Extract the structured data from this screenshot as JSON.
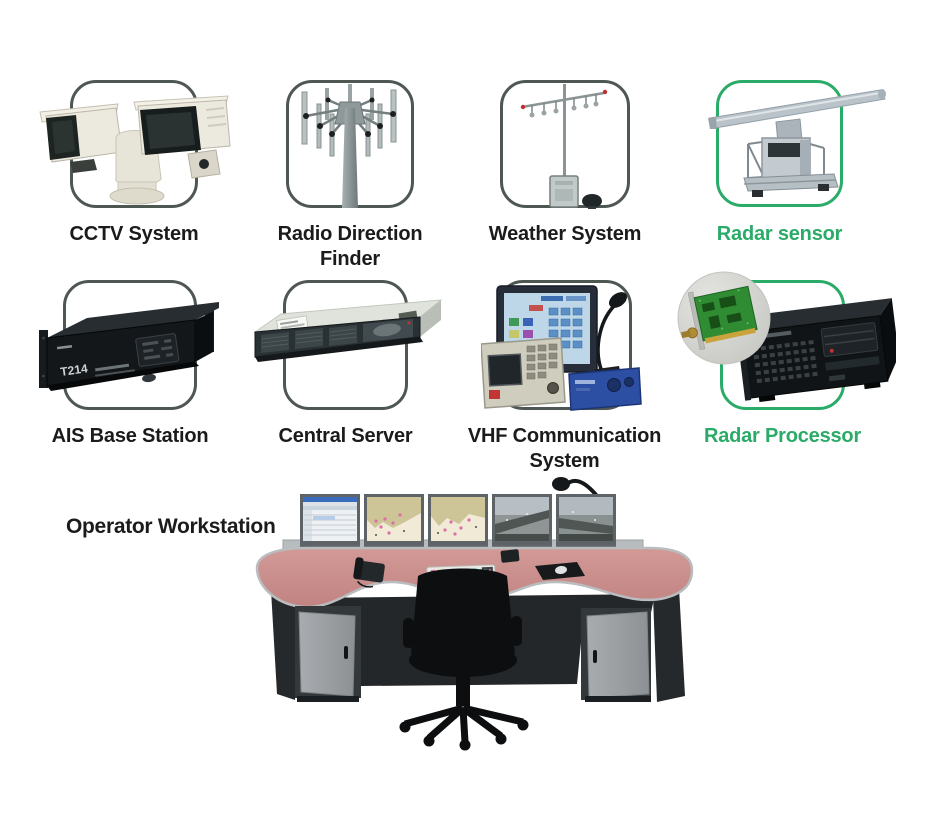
{
  "cards": [
    {
      "label": "CCTV System",
      "label2": "",
      "accent": "gray"
    },
    {
      "label": "Radio Direction",
      "label2": "Finder",
      "accent": "gray"
    },
    {
      "label": "Weather System",
      "label2": "",
      "accent": "gray"
    },
    {
      "label": "Radar sensor",
      "label2": "",
      "accent": "green"
    },
    {
      "label": "AIS Base Station",
      "label2": "",
      "accent": "gray"
    },
    {
      "label": "Central Server",
      "label2": "",
      "accent": "gray"
    },
    {
      "label": "VHF Communication",
      "label2": "System",
      "accent": "gray"
    },
    {
      "label": "Radar Processor",
      "label2": "",
      "accent": "green"
    }
  ],
  "workstation": {
    "label": "Operator Workstation"
  },
  "device_text": {
    "ais_model": "T214"
  },
  "colors": {
    "background": "#ffffff",
    "frame_border_gray": "#4e5752",
    "accent_green": "#2bab68",
    "label_dark": "#1b1b1b",
    "desk_top_salmon": "#c98f8d"
  }
}
